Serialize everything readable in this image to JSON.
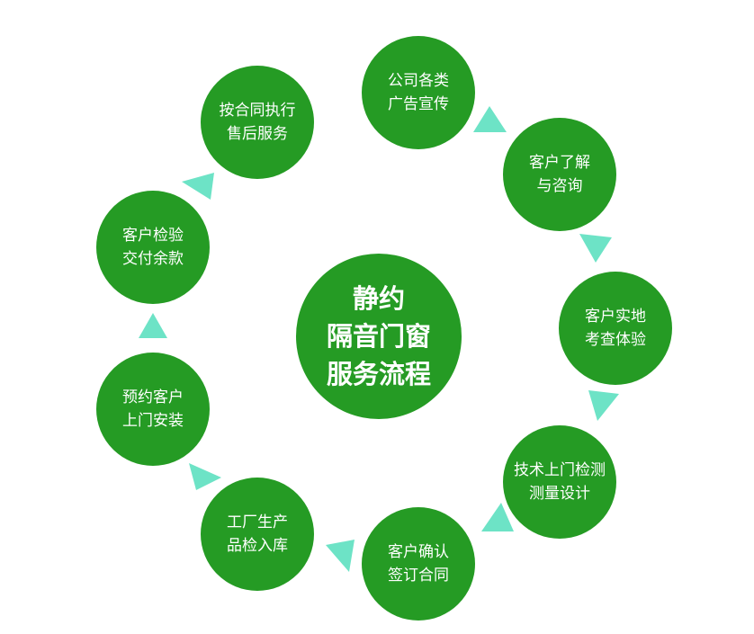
{
  "center": {
    "lines": [
      "静约",
      "隔音门窗",
      "服务流程"
    ]
  },
  "steps": [
    {
      "id": "ad",
      "lines": [
        "公司各类",
        "广告宣传"
      ]
    },
    {
      "id": "consult",
      "lines": [
        "客户了解",
        "与咨询"
      ]
    },
    {
      "id": "visit",
      "lines": [
        "客户实地",
        "考查体验"
      ]
    },
    {
      "id": "measure",
      "lines": [
        "技术上门检测",
        "测量设计"
      ]
    },
    {
      "id": "contract",
      "lines": [
        "客户确认",
        "签订合同"
      ]
    },
    {
      "id": "factory",
      "lines": [
        "工厂生产",
        "品检入库"
      ]
    },
    {
      "id": "install",
      "lines": [
        "预约客户",
        "上门安装"
      ]
    },
    {
      "id": "payment",
      "lines": [
        "客户检验",
        "交付余款"
      ]
    },
    {
      "id": "aftersale",
      "lines": [
        "按合同执行",
        "售后服务"
      ]
    }
  ],
  "colors": {
    "circle": "#259b24",
    "arrow": "#6de3c6",
    "text": "#ffffff"
  }
}
